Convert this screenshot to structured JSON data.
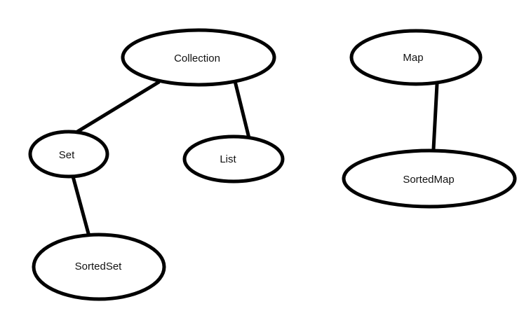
{
  "nodes": {
    "collection": "Collection",
    "set": "Set",
    "list": "List",
    "sortedset": "SortedSet",
    "map": "Map",
    "sortedmap": "SortedMap"
  },
  "edges": [
    [
      "collection",
      "set"
    ],
    [
      "collection",
      "list"
    ],
    [
      "set",
      "sortedset"
    ],
    [
      "map",
      "sortedmap"
    ]
  ],
  "colors": {
    "stroke": "#000000",
    "background": "#ffffff",
    "text": "#111111"
  }
}
